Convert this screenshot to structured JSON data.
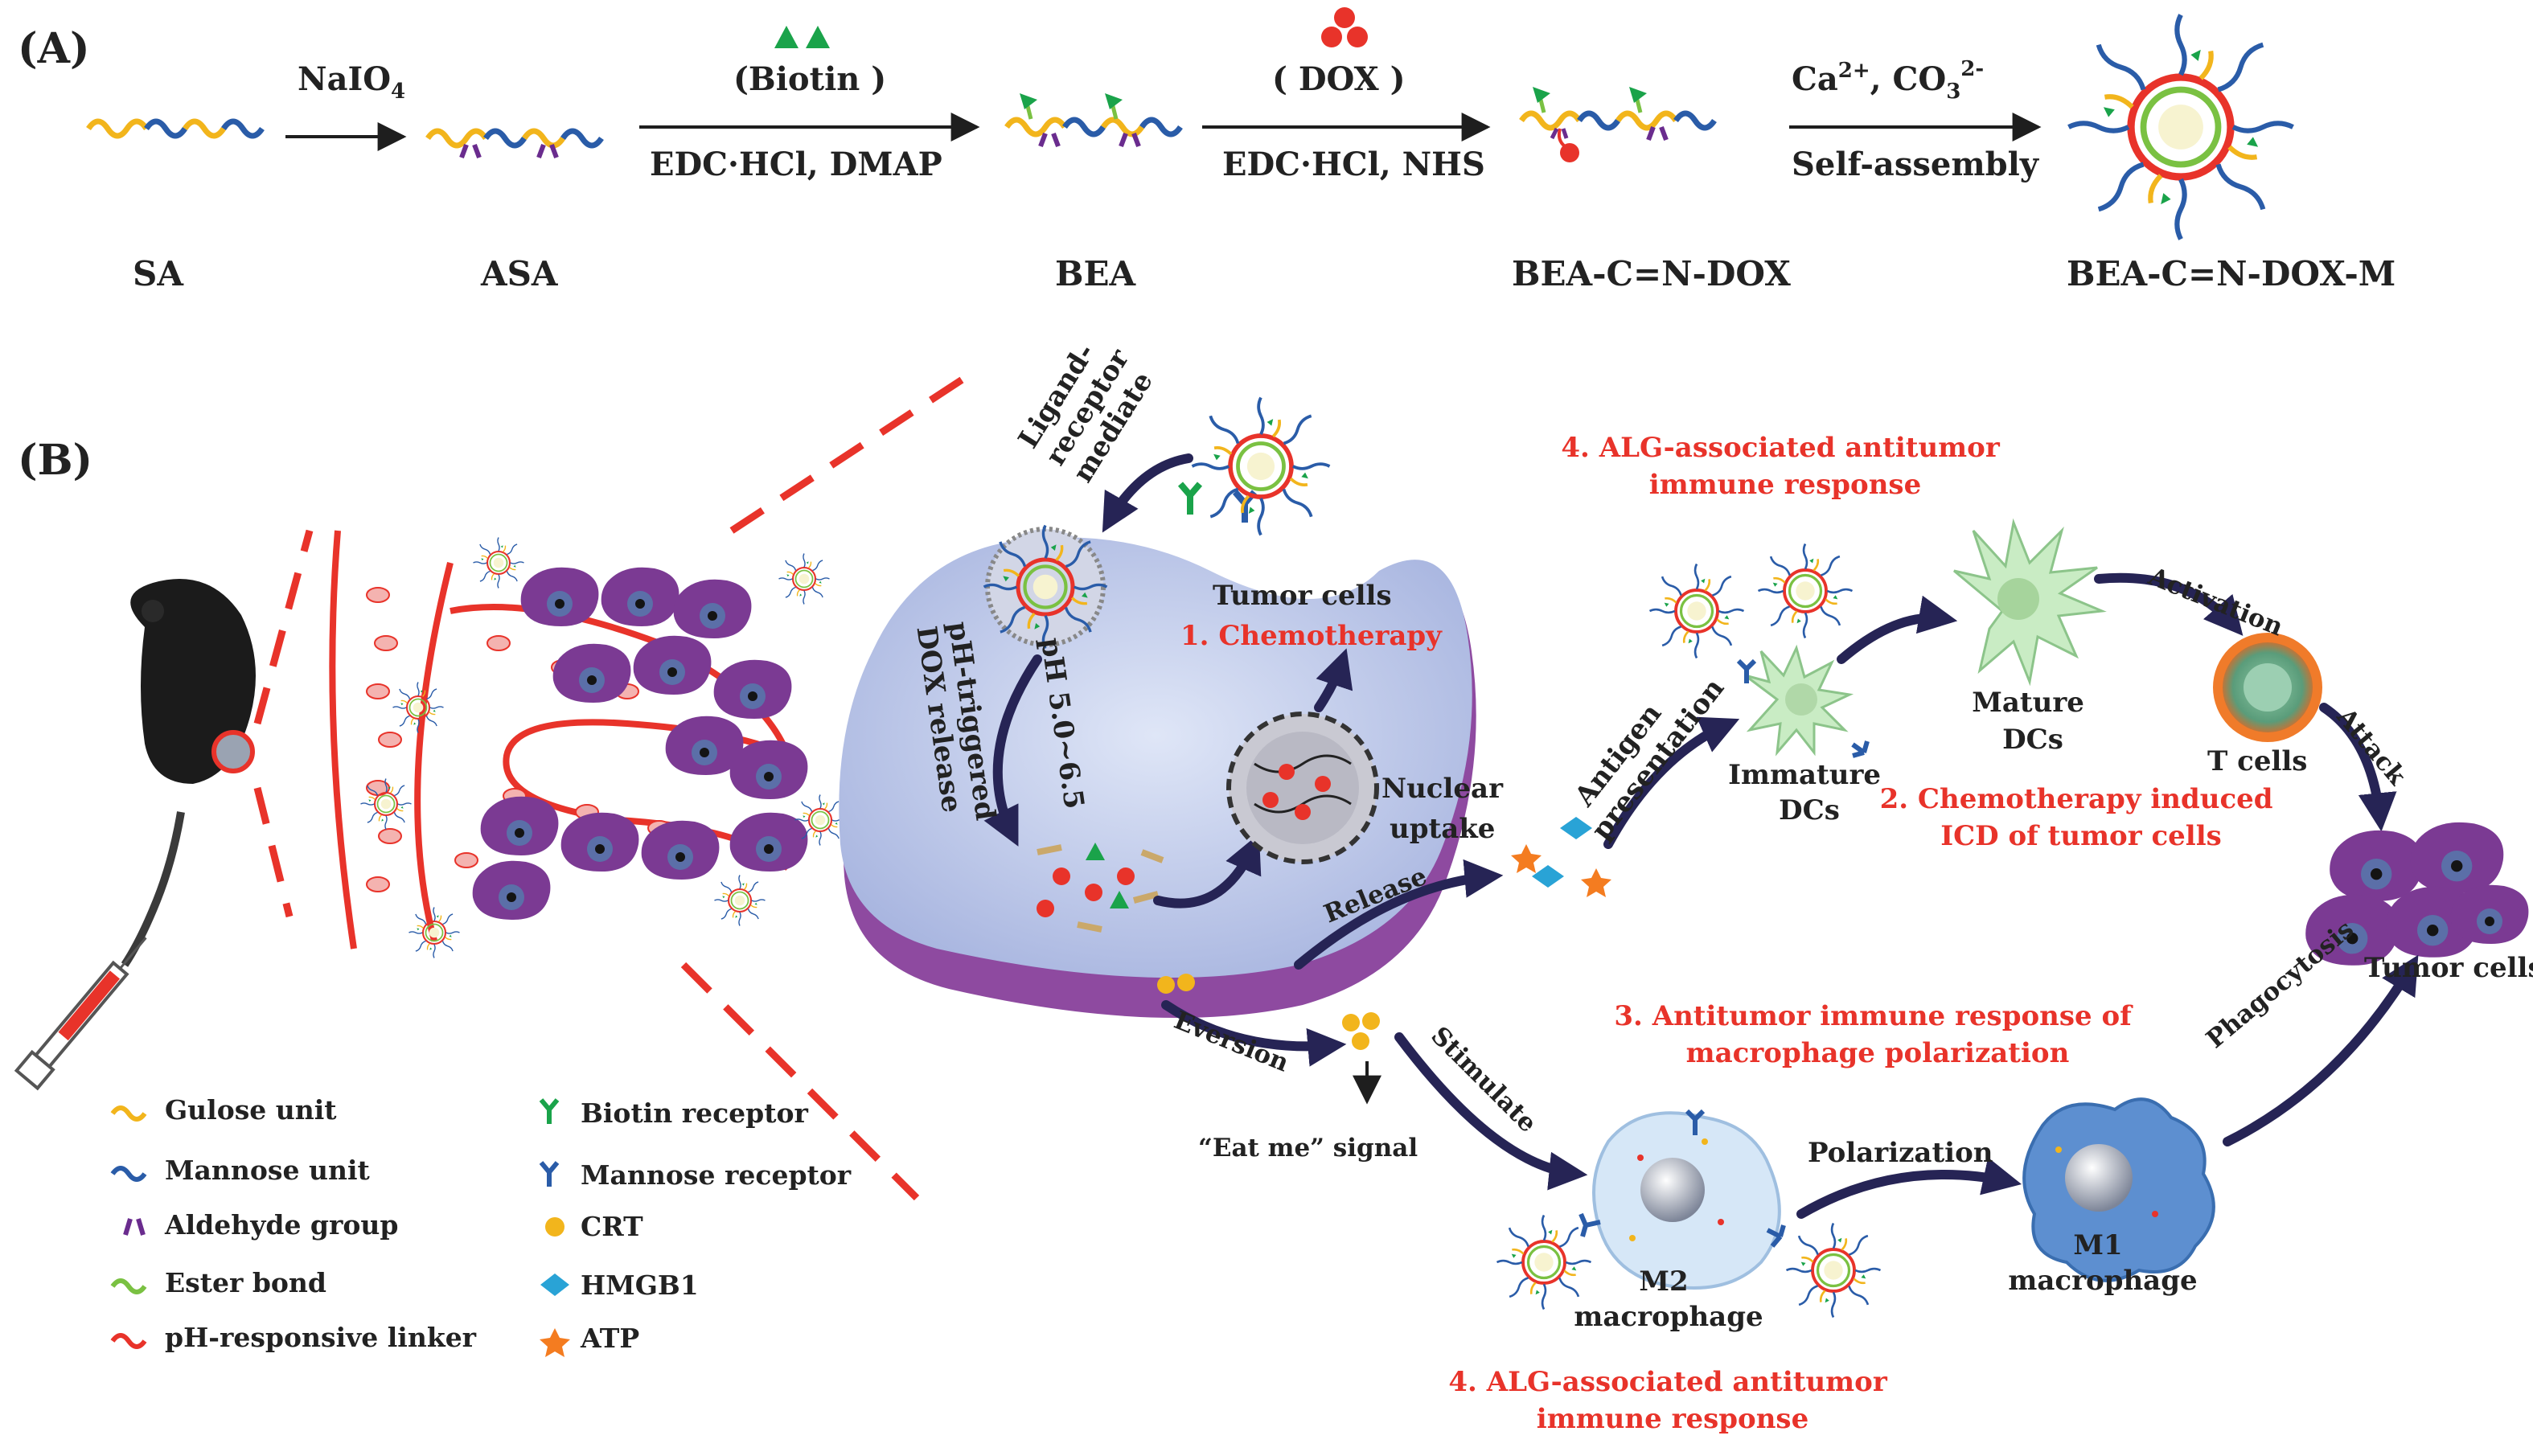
{
  "panel_a": {
    "label": "(A)",
    "compounds": [
      "SA",
      "ASA",
      "BEA",
      "BEA-C=N-DOX",
      "BEA-C=N-DOX-M"
    ],
    "step1": {
      "top": "NaIO",
      "top_sub": "4"
    },
    "step2": {
      "top": "(Biotin )",
      "bottom": "EDC·HCl, DMAP"
    },
    "step3": {
      "top": "( DOX )",
      "bottom": "EDC·HCl, NHS"
    },
    "step4": {
      "top_a": "Ca",
      "top_a_sup": "2+",
      "top_b": ", CO",
      "top_b_sub": "3",
      "top_b_sup": "2-",
      "bottom": "Self-assembly"
    }
  },
  "panel_b": {
    "label": "(B)",
    "ligand": [
      "Ligand-",
      "receptor",
      "mediate"
    ],
    "tumor_cells_title": "Tumor cells",
    "chemotherapy": "1. Chemotherapy",
    "ph_range": "pH 5.0~6.5",
    "ph_release": [
      "pH-triggered",
      "DOX release"
    ],
    "nuclear": [
      "Nuclear",
      "uptake"
    ],
    "release": "Release",
    "eversion": "Eversion",
    "eat_me": "“Eat me” signal",
    "stimulate": "Stimulate",
    "antigen": [
      "Antigen",
      "presentation"
    ],
    "alg_top": [
      "4. ALG-associated antitumor",
      "immune response"
    ],
    "immature_dcs": [
      "Immature",
      "DCs"
    ],
    "mature_dcs": [
      "Mature",
      "DCs"
    ],
    "activation": "Activation",
    "t_cells": "T cells",
    "attack": "Attack",
    "icd": [
      "2. Chemotherapy induced",
      "ICD of tumor cells"
    ],
    "tumor_cells_right": "Tumor cells",
    "macro_resp": [
      "3. Antitumor immune response of",
      "macrophage polarization"
    ],
    "polarization": "Polarization",
    "phagocytosis": "Phagocytosis",
    "m2": [
      "M2",
      "macrophage"
    ],
    "m1": [
      "M1",
      "macrophage"
    ],
    "alg_bottom": [
      "4. ALG-associated antitumor",
      "immune response"
    ]
  },
  "legend": {
    "left": [
      "Gulose unit",
      "Mannose unit",
      "Aldehyde group",
      "Ester bond",
      "pH-responsive linker"
    ],
    "right": [
      "Biotin receptor",
      "Mannose receptor",
      "CRT",
      "HMGB1",
      "ATP"
    ]
  },
  "colors": {
    "gulose": "#f2b51c",
    "mannose": "#2a5ca8",
    "aldehyde": "#6a2c8e",
    "ester": "#7ac142",
    "linker": "#e8332a",
    "biotin": "#1aa34a",
    "crt": "#f2b51c",
    "hmgb1": "#29a3d6",
    "atp": "#f47c20",
    "accent_red": "#e8332a",
    "arrow_navy": "#262455",
    "tumor_purple": "#7b3a93"
  }
}
